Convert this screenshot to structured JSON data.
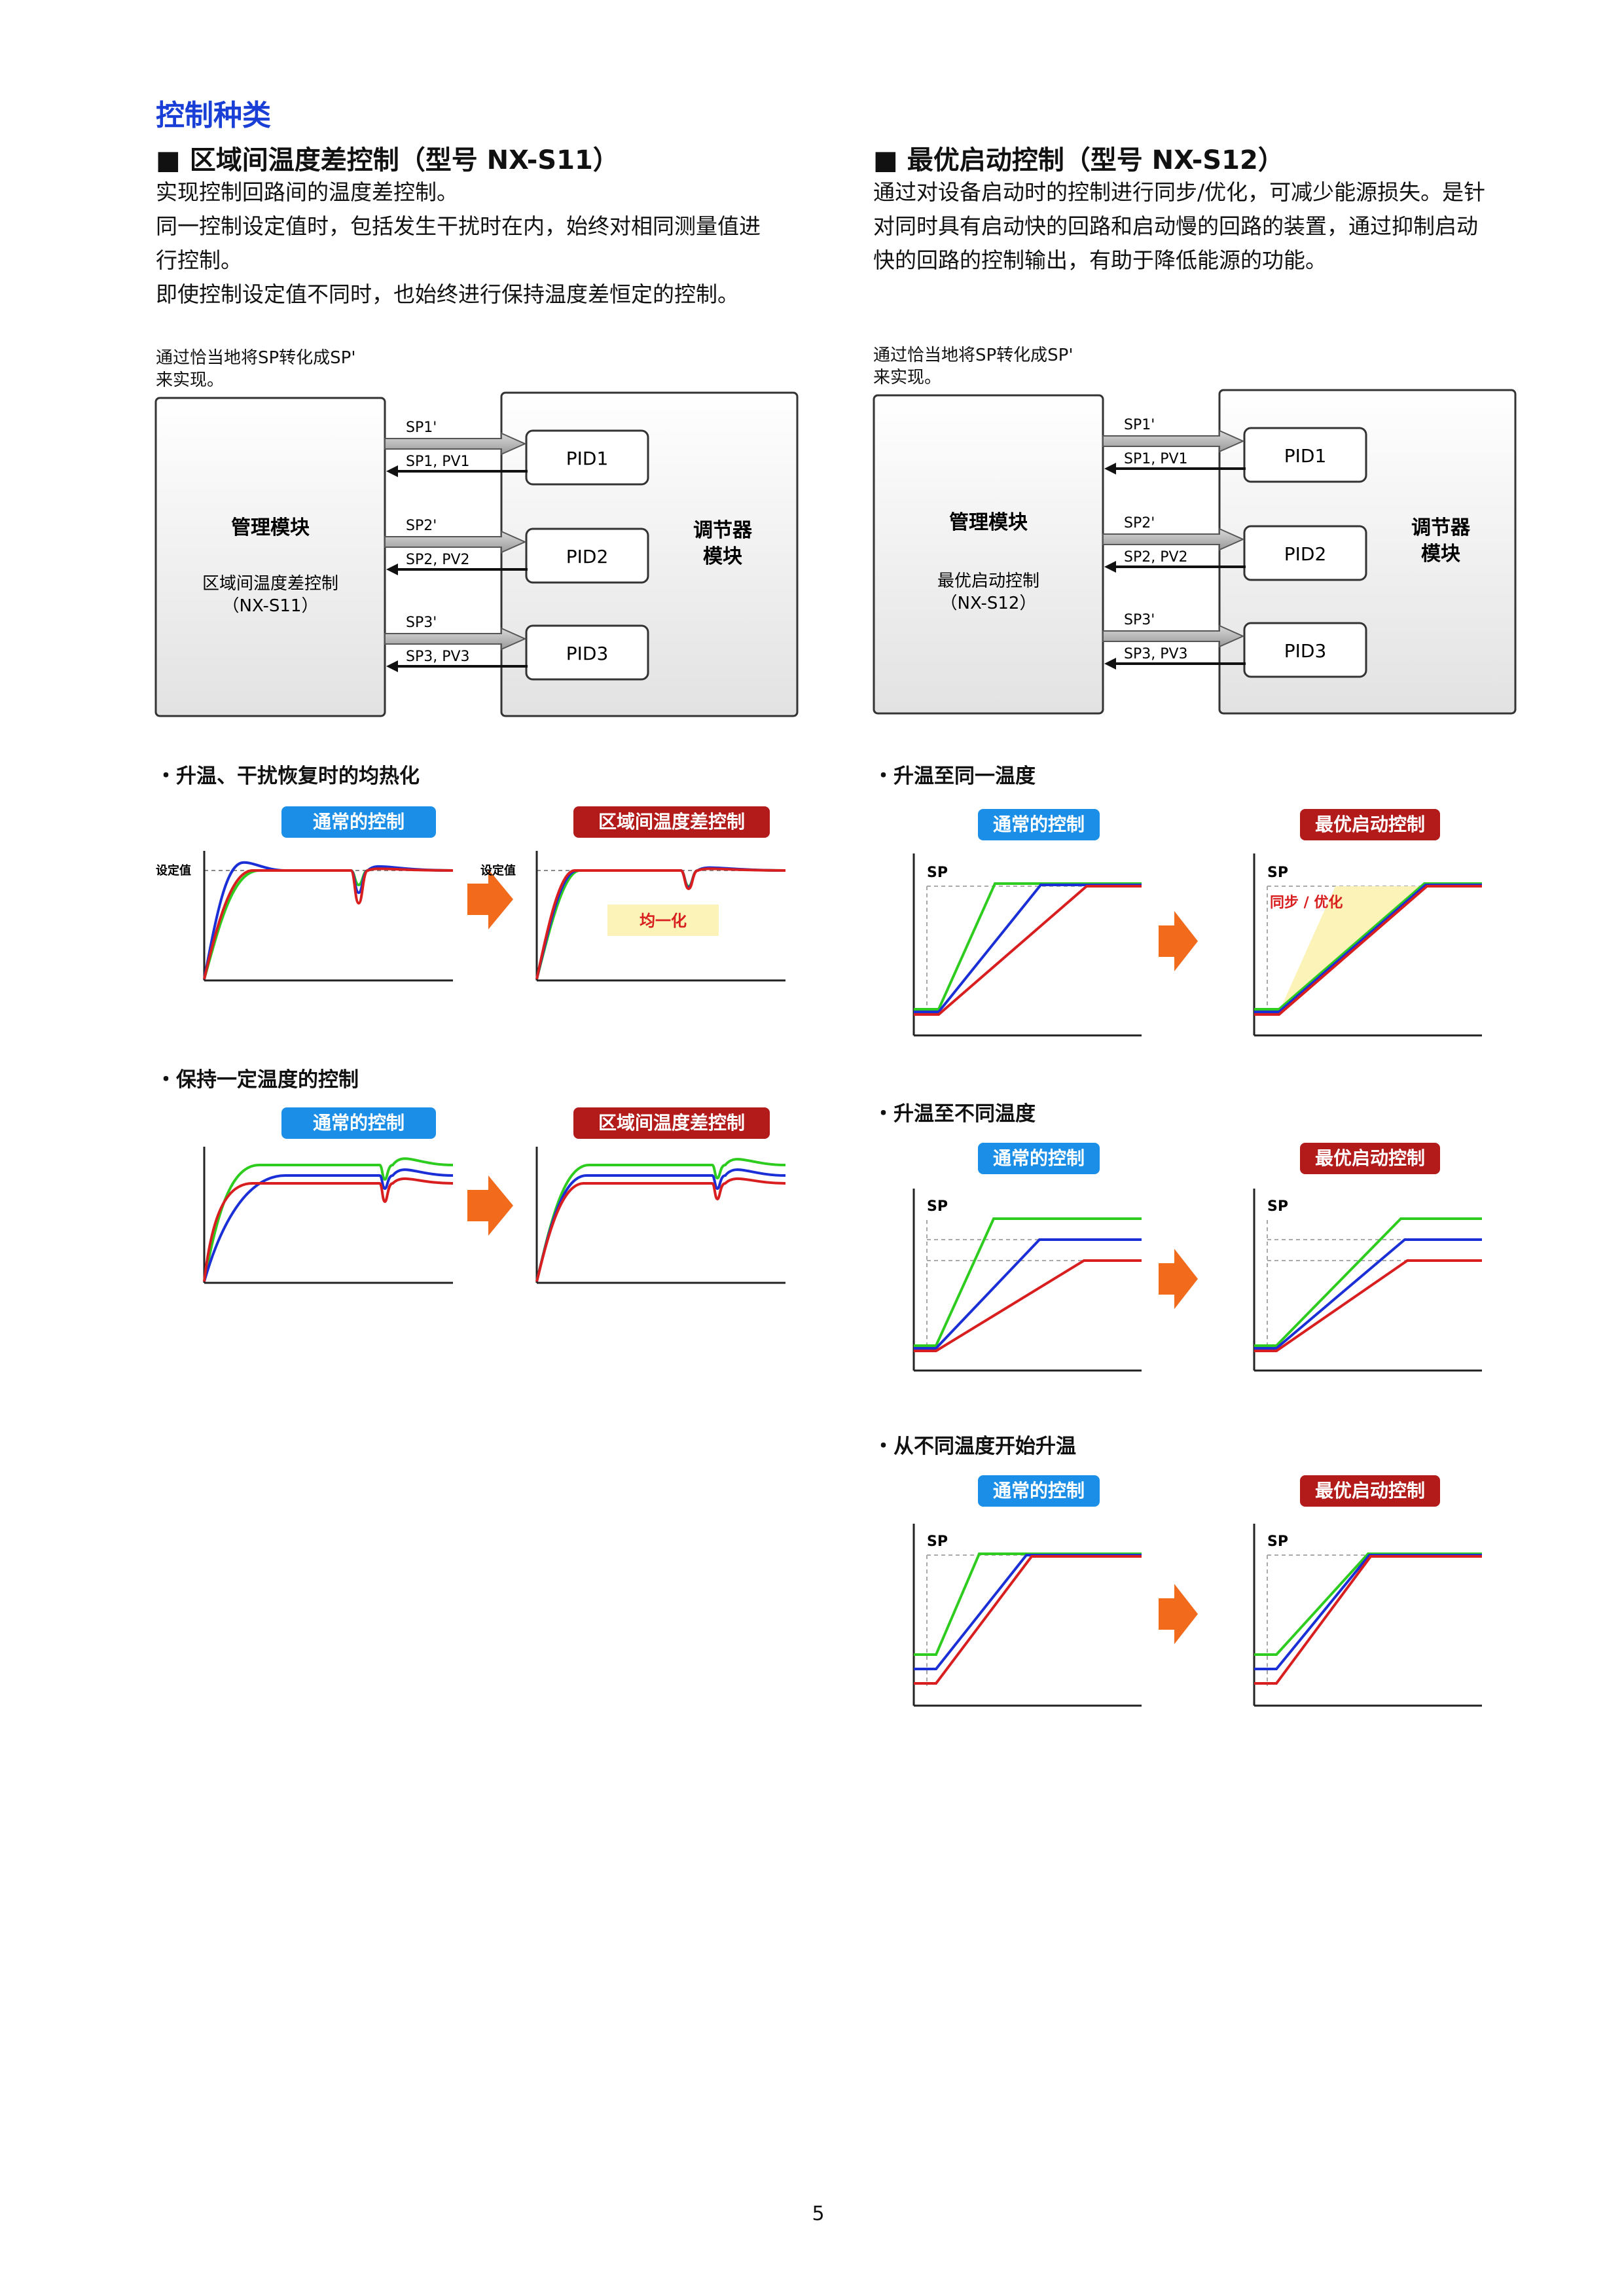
{
  "page_title": "控制种类",
  "left": {
    "heading": "■ 区域间温度差控制（型号 NX-S11）",
    "paragraphs": [
      "实现控制回路间的温度差控制。",
      "同一控制设定值时，包括发生干扰时在内，始终对相同测量值进",
      "行控制。",
      "即使控制设定值不同时，也始终进行保持温度差恒定的控制。"
    ],
    "diagram": {
      "note_lines": [
        "通过恰当地将SP转化成SP'",
        "来实现。"
      ],
      "manager_title": "管理模块",
      "manager_sub_lines": [
        "区域间温度差控制",
        "（NX-S11）"
      ],
      "regulator_lines": [
        "调节器",
        "模块"
      ],
      "pids": [
        "PID1",
        "PID2",
        "PID3"
      ],
      "sp_prime": [
        "SP1'",
        "SP2'",
        "SP3'"
      ],
      "sp_pv": [
        "SP1, PV1",
        "SP2, PV2",
        "SP3, PV3"
      ]
    },
    "sub1": "・升温、干扰恢复时的均热化",
    "sub2": "・保持一定温度的控制",
    "badge_normal": "通常的控制",
    "badge_special": "区域间温度差控制",
    "setpoint_label": "设定值",
    "uniform_label": "均一化"
  },
  "right": {
    "heading": "■ 最优启动控制（型号 NX-S12）",
    "paragraphs": [
      "通过对设备启动时的控制进行同步/优化，可减少能源损失。是针",
      "对同时具有启动快的回路和启动慢的回路的装置，通过抑制启动",
      "快的回路的控制输出，有助于降低能源的功能。"
    ],
    "diagram": {
      "note_lines": [
        "通过恰当地将SP转化成SP'",
        "来实现。"
      ],
      "manager_title": "管理模块",
      "manager_sub_lines": [
        "最优启动控制",
        "（NX-S12）"
      ],
      "regulator_lines": [
        "调节器",
        "模块"
      ],
      "pids": [
        "PID1",
        "PID2",
        "PID3"
      ],
      "sp_prime": [
        "SP1'",
        "SP2'",
        "SP3'"
      ],
      "sp_pv": [
        "SP1, PV1",
        "SP2, PV2",
        "SP3, PV3"
      ]
    },
    "sub1": "・升温至同一温度",
    "sub2": "・升温至不同温度",
    "sub3": "・从不同温度开始升温",
    "badge_normal": "通常的控制",
    "badge_special": "最优启动控制",
    "sp_label": "SP",
    "sync_label": "同步 / 优化"
  },
  "colors": {
    "title_blue": "#1a3fd6",
    "badge_blue": "#1b8fe8",
    "badge_red": "#b31b1b",
    "arrow_orange": "#f26a1b",
    "series_green": "#2ecc1f",
    "series_blue": "#1a2fd6",
    "series_red": "#d81e1e",
    "highlight_yellow": "#fbf3b8"
  },
  "page_number": "5"
}
